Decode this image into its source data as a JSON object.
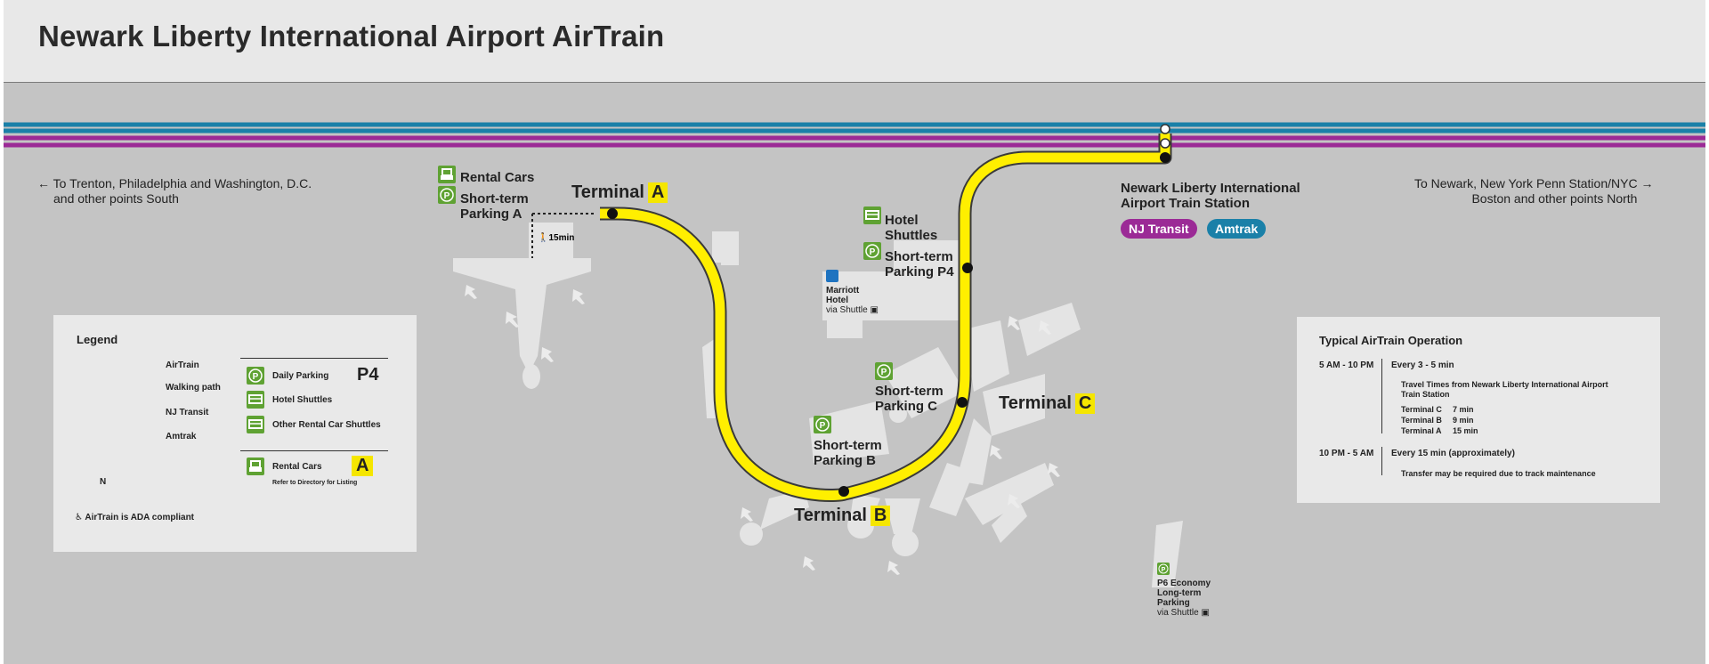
{
  "title": "Newark Liberty International Airport AirTrain",
  "colors": {
    "airtrain": "#ffef00",
    "nj_transit": "#9b2a96",
    "amtrak": "#1a80a8",
    "background": "#c4c4c4",
    "header": "#e8e8e8",
    "icon_green": "#5fa233",
    "terminal_shapes": "#e4e4e4"
  },
  "directions": {
    "west_line1": "To Trenton, Philadelphia and Washington, D.C.",
    "west_line2": "and other points South",
    "east_line1": "To Newark, New York Penn Station/NYC",
    "east_line2": "Boston and other points North"
  },
  "station": {
    "line1": "Newark Liberty International",
    "line2": "Airport Train Station",
    "pills": [
      "NJ Transit",
      "Amtrak"
    ]
  },
  "terminals": {
    "a_word": "Terminal",
    "a_letter": "A",
    "b_word": "Terminal",
    "b_letter": "B",
    "c_word": "Terminal",
    "c_letter": "C"
  },
  "places": {
    "rental_cars": "Rental Cars",
    "stp_a_1": "Short-term",
    "stp_a_2": "Parking A",
    "walk_time": "15min",
    "hotel_1": "Hotel",
    "hotel_2": "Shuttles",
    "stp_p4_1": "Short-term",
    "stp_p4_2": "Parking P4",
    "marriott_1": "Marriott",
    "marriott_2": "Hotel",
    "marriott_3": "via Shuttle",
    "stp_c_1": "Short-term",
    "stp_c_2": "Parking C",
    "stp_b_1": "Short-term",
    "stp_b_2": "Parking B",
    "p6_1": "P6 Economy",
    "p6_2": "Long-term",
    "p6_3": "Parking",
    "p6_4": "via Shuttle"
  },
  "legend": {
    "title": "Legend",
    "airtrain": "AirTrain",
    "walking": "Walking path",
    "njtransit": "NJ Transit",
    "amtrak": "Amtrak",
    "north": "N",
    "ada": "AirTrain is ADA compliant",
    "daily": "Daily Parking",
    "daily_code": "P4",
    "hotel": "Hotel Shuttles",
    "rental_shuttles": "Other Rental Car Shuttles",
    "rental": "Rental Cars",
    "rental_code": "A",
    "rental_note": "Refer to Directory for Listing"
  },
  "operation": {
    "title": "Typical AirTrain Operation",
    "day_hours": "5 AM - 10 PM",
    "day_freq": "Every 3 - 5 min",
    "travel_1": "Travel Times from Newark Liberty International Airport",
    "travel_2": "Train Station",
    "times": [
      {
        "terminal": "Terminal C",
        "time": "7 min"
      },
      {
        "terminal": "Terminal B",
        "time": "9 min"
      },
      {
        "terminal": "Terminal A",
        "time": "15 min"
      }
    ],
    "night_hours": "10 PM - 5 AM",
    "night_freq": "Every 15 min (approximately)",
    "night_note": "Transfer may be required due to track maintenance"
  }
}
